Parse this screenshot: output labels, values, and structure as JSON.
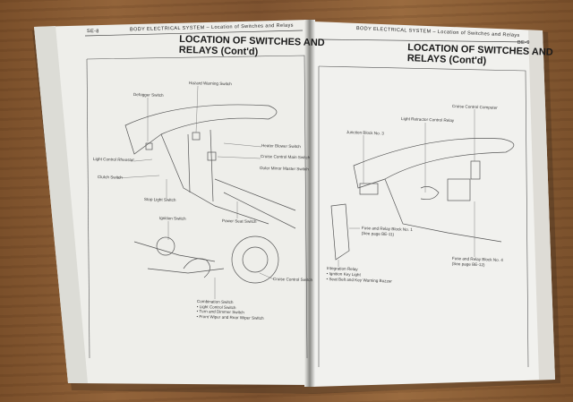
{
  "left_page": {
    "page_number": "SE-8",
    "header": "BODY ELECTRICAL SYSTEM – Location of Switches and Relays",
    "title_line1": "LOCATION OF SWITCHES AND",
    "title_line2": "RELAYS (Cont'd)",
    "labels": {
      "hazard": "Hazard Warning Switch",
      "defogger": "Defogger Switch",
      "heater": "Heater Blower Switch",
      "rheostat": "Light Control Rheostat",
      "cruise_main": "Cruise Control Main Switch",
      "mirror": "Outer Mirror Master Switch",
      "clutch": "Clutch Switch",
      "stop": "Stop Light Switch",
      "power_seat": "Power Seat Switch",
      "ignition": "Ignition Switch",
      "cruise_switch": "Cruise Control Switch",
      "combination": "Combination Switch",
      "combo_items": [
        "• Light Control Switch",
        "• Turn and Dimmer Switch",
        "• Front Wiper and Rear Wiper Switch"
      ]
    }
  },
  "right_page": {
    "page_number": "BE-9",
    "header": "BODY ELECTRICAL SYSTEM – Location of Switches and Relays",
    "title_line1": "LOCATION OF SWITCHES AND",
    "title_line2": "RELAYS (Cont'd)",
    "labels": {
      "computer": "Cruise Control Computer",
      "retractor": "Light Retractor Control Relay",
      "junction": "Junction Block No. 3",
      "fuse1": "Fuse and Relay Block No. 1",
      "fuse1_ref": "(See page BE-11)",
      "fuse4": "Fuse and Relay Block No. 4",
      "fuse4_ref": "(See page BE-12)",
      "integration": "Integration Relay",
      "integration_items": [
        "• Ignition Key Light",
        "• Seat Belt and Key Warning Buzzer"
      ]
    }
  }
}
